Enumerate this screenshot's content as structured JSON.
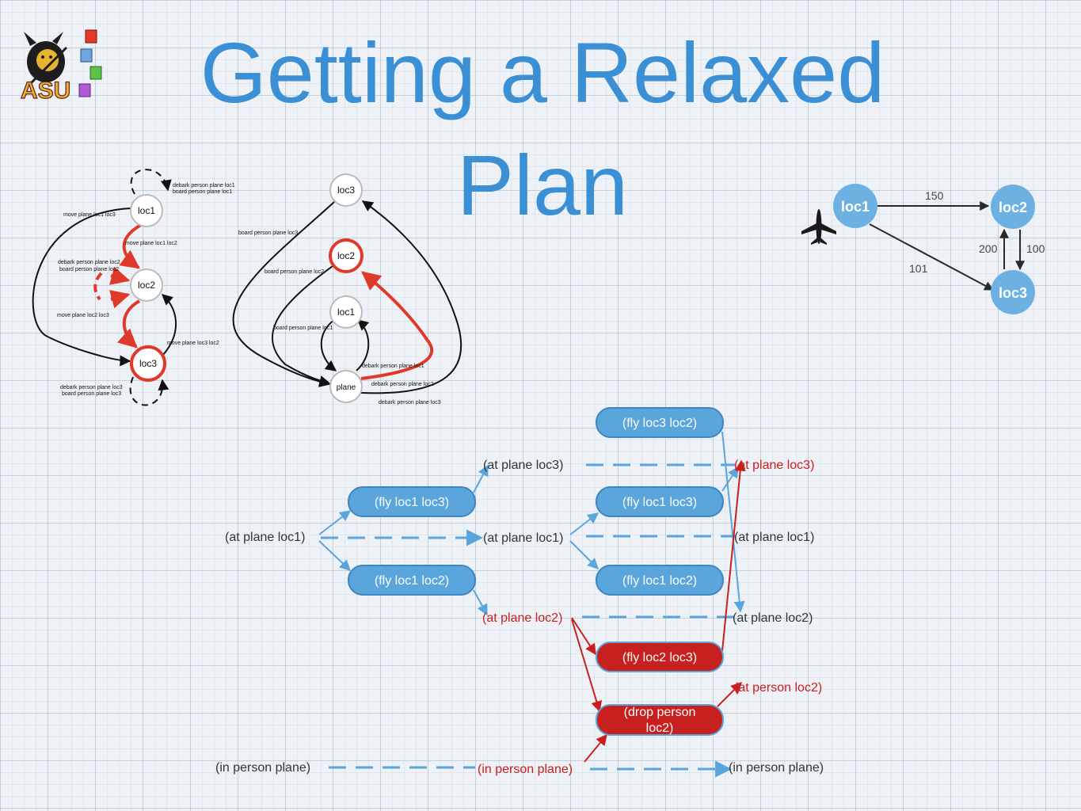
{
  "title": {
    "line1": "Getting a Relaxed",
    "line2": "Plan"
  },
  "logo": {
    "text": "ASU"
  },
  "colors": {
    "accent": "#3b8fd4",
    "action_blue": "#5aa5dc",
    "action_red": "#c8201e",
    "edge_red": "#e0392a",
    "text_gray": "#333333"
  },
  "icons": {
    "plane": "airplane-icon"
  },
  "left_graph": {
    "nodes": [
      "loc1",
      "loc2",
      "loc3"
    ],
    "edges": {
      "loop_loc1": "debark person plane loc1",
      "loop_loc1_b": "board person plane loc1",
      "move_1_3": "move plane loc1 loc3",
      "move_1_2": "move plane loc1 loc2",
      "loop_loc2": "debark person plane loc2",
      "loop_loc2_b": "board person plane loc2",
      "move_2_3": "move plane loc2 loc3",
      "move_3_2": "move plane loc3 loc2",
      "loop_loc3": "debark person plane loc3",
      "loop_loc3_b": "board person plane loc3"
    }
  },
  "middle_graph": {
    "nodes": [
      "loc3",
      "loc2",
      "loc1",
      "plane"
    ],
    "edges": {
      "board_3": "board person plane loc3",
      "board_2": "board person plane loc2",
      "board_1": "board person plane loc1",
      "debark_1": "debark person plane loc1",
      "debark_2": "debark person plane loc2",
      "debark_3": "debark person plane loc3"
    }
  },
  "right_graph": {
    "nodes": [
      "loc1",
      "loc2",
      "loc3"
    ],
    "weights": {
      "loc1_loc2": "150",
      "loc1_loc3": "101",
      "loc3_loc2": "200",
      "loc2_loc3": "100"
    }
  },
  "planning_graph": {
    "actions": {
      "fly13_a": "(fly loc1 loc3)",
      "fly12_a": "(fly loc1 loc2)",
      "fly32": "(fly loc3 loc2)",
      "fly13_b": "(fly loc1 loc3)",
      "fly12_b": "(fly loc1 loc2)",
      "fly23": "(fly loc2 loc3)",
      "drop": "(drop person loc2)"
    },
    "facts": {
      "l0_atloc1": "(at plane loc1)",
      "l0_inplane": "(in person plane)",
      "l1_atloc3": "(at plane loc3)",
      "l1_atloc1": "(at plane loc1)",
      "l1_atloc2": "(at plane loc2)",
      "l1_inplane": "(in person plane)",
      "l2_atloc3": "(at plane loc3)",
      "l2_atloc1": "(at plane loc1)",
      "l2_atloc2": "(at plane loc2)",
      "l2_atperson": "(at person loc2)",
      "l2_inplane": "(in person plane)"
    }
  }
}
